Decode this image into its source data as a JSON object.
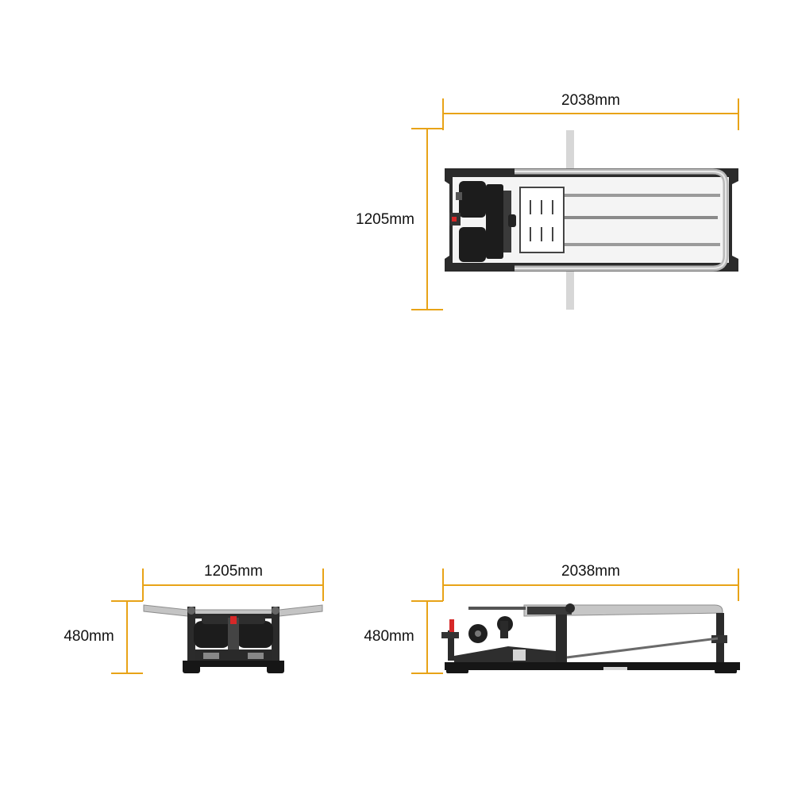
{
  "colors": {
    "dimension_line": "#E8A317",
    "frame_dark": "#2b2b2b",
    "frame_black": "#161616",
    "rail_silver": "#bfbfbf",
    "rail_light": "#e2e2e2",
    "pad_black": "#1c1c1c",
    "accent_red": "#d62828"
  },
  "views": {
    "top_view": {
      "width_label": "2038mm",
      "depth_label": "1205mm"
    },
    "front_view": {
      "width_label": "1205mm",
      "height_label": "480mm"
    },
    "side_view": {
      "width_label": "2038mm",
      "height_label": "480mm"
    }
  }
}
